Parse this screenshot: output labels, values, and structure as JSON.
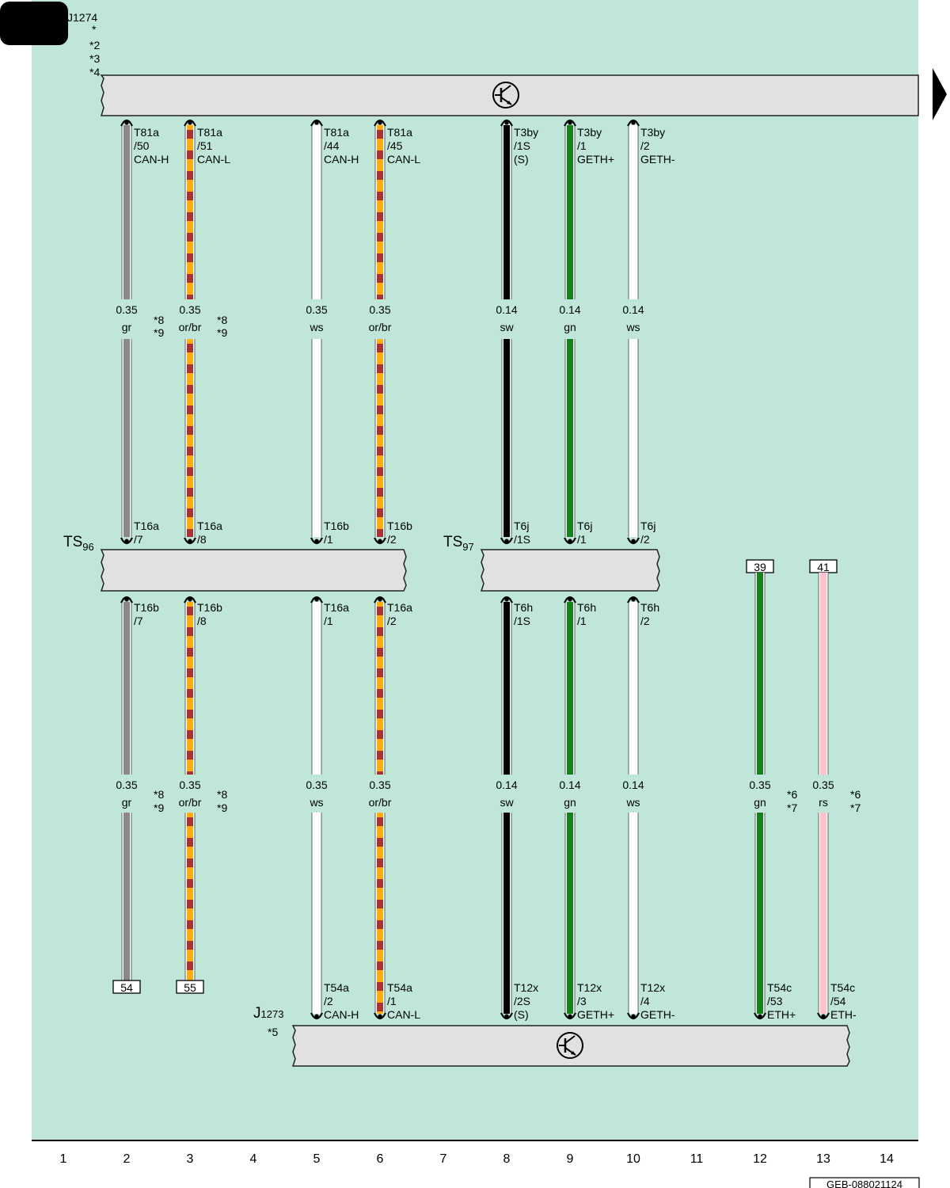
{
  "diagram": {
    "doc_code": "GEB-088021124",
    "colors": {
      "background": "#bfe6d9",
      "bus": "#e1e1e1",
      "gr": "#888888",
      "or": "#ffad14",
      "br": "#a83232",
      "ws": "#ffffff",
      "sw": "#000000",
      "gn": "#13821c",
      "rs": "#ffc2cc"
    },
    "top_module": {
      "name": "J1274",
      "name_partial": "J1274",
      "notes": [
        "*",
        "*2",
        "*3",
        "*4"
      ],
      "icon": "transistor-icon"
    },
    "bottom_module": {
      "name": "J1273",
      "name_main": "J",
      "name_sub": "1273",
      "note": "*5",
      "icon": "transistor-icon"
    },
    "splice_left": {
      "name": "TS96",
      "main": "TS",
      "sub": "96"
    },
    "splice_right": {
      "name": "TS97",
      "main": "TS",
      "sub": "97"
    },
    "wires": [
      {
        "col": 2,
        "colors": [
          "gr"
        ],
        "top": [
          "T81a",
          "/50",
          "CAN-H"
        ],
        "upper_size": "0.35",
        "upper_code": "gr",
        "upper_notes": [
          "*8",
          "*9"
        ],
        "splice_in": [
          "T16a",
          "/7"
        ],
        "splice_out": [
          "T16b",
          "/7"
        ],
        "lower_size": "0.35",
        "lower_code": "gr",
        "lower_notes": [
          "*8",
          "*9"
        ],
        "end_box": "54"
      },
      {
        "col": 3,
        "colors": [
          "or",
          "br"
        ],
        "top": [
          "T81a",
          "/51",
          "CAN-L"
        ],
        "upper_size": "0.35",
        "upper_code": "or/br",
        "upper_notes": [
          "*8",
          "*9"
        ],
        "splice_in": [
          "T16a",
          "/8"
        ],
        "splice_out": [
          "T16b",
          "/8"
        ],
        "lower_size": "0.35",
        "lower_code": "or/br",
        "lower_notes": [
          "*8",
          "*9"
        ],
        "end_box": "55"
      },
      {
        "col": 5,
        "colors": [
          "ws"
        ],
        "top": [
          "T81a",
          "/44",
          "CAN-H"
        ],
        "upper_size": "0.35",
        "upper_code": "ws",
        "splice_in": [
          "T16b",
          "/1"
        ],
        "splice_out": [
          "T16a",
          "/1"
        ],
        "lower_size": "0.35",
        "lower_code": "ws",
        "bottom": [
          "T54a",
          "/2",
          "CAN-H"
        ]
      },
      {
        "col": 6,
        "colors": [
          "or",
          "br"
        ],
        "top": [
          "T81a",
          "/45",
          "CAN-L"
        ],
        "upper_size": "0.35",
        "upper_code": "or/br",
        "splice_in": [
          "T16b",
          "/2"
        ],
        "splice_out": [
          "T16a",
          "/2"
        ],
        "lower_size": "0.35",
        "lower_code": "or/br",
        "bottom": [
          "T54a",
          "/1",
          "CAN-L"
        ]
      },
      {
        "col": 8,
        "colors": [
          "sw"
        ],
        "top": [
          "T3by",
          "/1S",
          "(S)"
        ],
        "upper_size": "0.14",
        "upper_code": "sw",
        "splice_in": [
          "T6j",
          "/1S"
        ],
        "splice_out": [
          "T6h",
          "/1S"
        ],
        "lower_size": "0.14",
        "lower_code": "sw",
        "bottom": [
          "T12x",
          "/2S",
          "(S)"
        ]
      },
      {
        "col": 9,
        "colors": [
          "gn"
        ],
        "top": [
          "T3by",
          "/1",
          "GETH+"
        ],
        "upper_size": "0.14",
        "upper_code": "gn",
        "splice_in": [
          "T6j",
          "/1"
        ],
        "splice_out": [
          "T6h",
          "/1"
        ],
        "lower_size": "0.14",
        "lower_code": "gn",
        "bottom": [
          "T12x",
          "/3",
          "GETH+"
        ]
      },
      {
        "col": 10,
        "colors": [
          "ws"
        ],
        "top": [
          "T3by",
          "/2",
          "GETH-"
        ],
        "upper_size": "0.14",
        "upper_code": "ws",
        "splice_in": [
          "T6j",
          "/2"
        ],
        "splice_out": [
          "T6h",
          "/2"
        ],
        "lower_size": "0.14",
        "lower_code": "ws",
        "bottom": [
          "T12x",
          "/4",
          "GETH-"
        ]
      },
      {
        "col": 12,
        "colors": [
          "gn"
        ],
        "start_box": "39",
        "lower_size": "0.35",
        "lower_code": "gn",
        "lower_notes": [
          "*6",
          "*7"
        ],
        "bottom": [
          "T54c",
          "/53",
          "ETH+"
        ]
      },
      {
        "col": 13,
        "colors": [
          "rs"
        ],
        "start_box": "41",
        "lower_size": "0.35",
        "lower_code": "rs",
        "lower_notes": [
          "*6",
          "*7"
        ],
        "bottom": [
          "T54c",
          "/54",
          "ETH-"
        ]
      }
    ],
    "columns": [
      "1",
      "2",
      "3",
      "4",
      "5",
      "6",
      "7",
      "8",
      "9",
      "10",
      "11",
      "12",
      "13",
      "14"
    ]
  }
}
